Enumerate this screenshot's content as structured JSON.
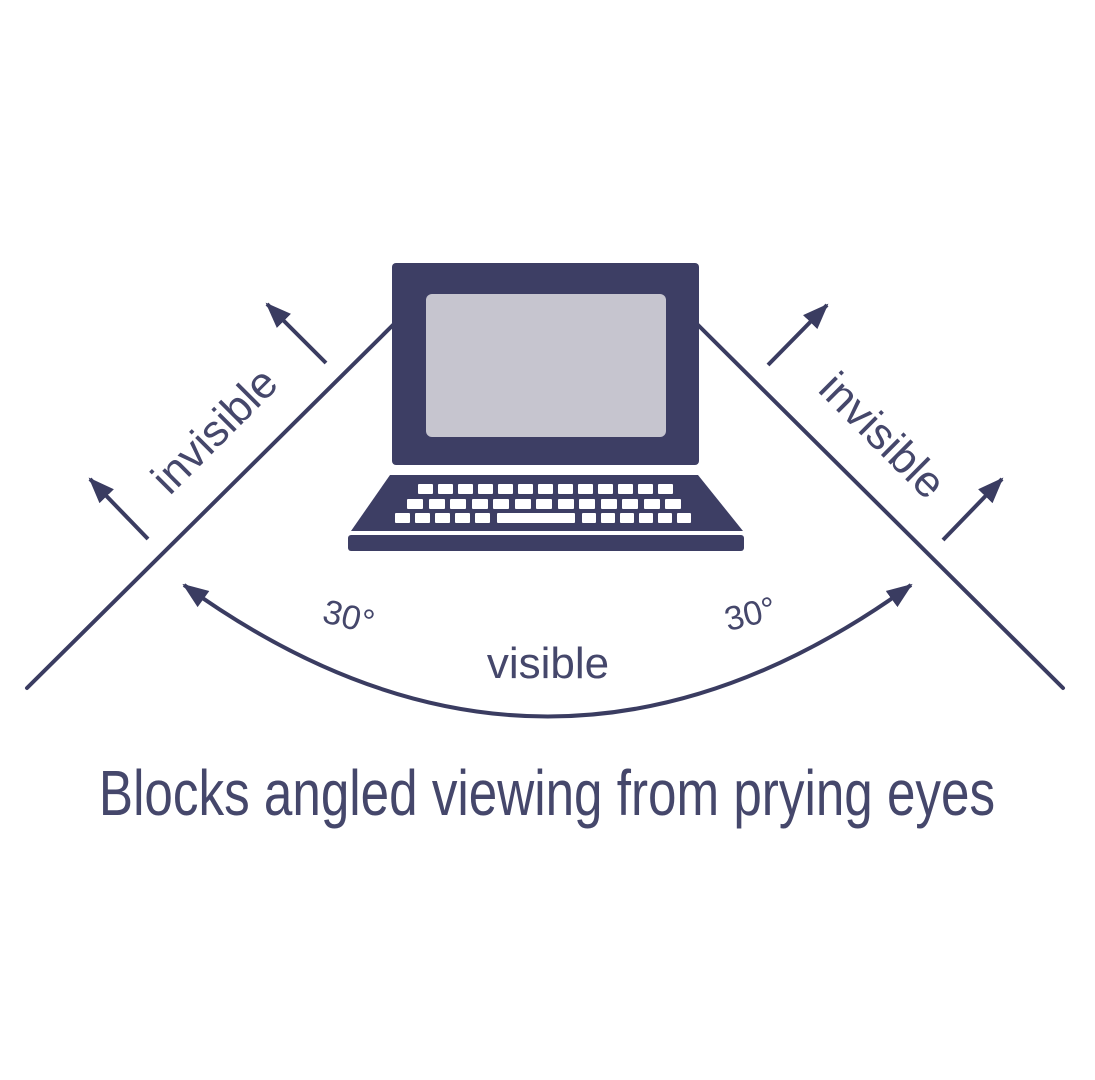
{
  "diagram": {
    "caption": "Blocks angled viewing from prying eyes",
    "labels": {
      "invisible_left": "invisible",
      "invisible_right": "invisible",
      "angle_left": "30°",
      "angle_right": "30°",
      "visible": "visible"
    },
    "angles": {
      "left_deg": 30,
      "right_deg": 30
    },
    "colors": {
      "navy": "#3d3e64",
      "screen_gray": "#c6c5cf",
      "line": "#3a3c61",
      "text": "#45476b",
      "key_white": "#ffffff",
      "background": "#ffffff"
    }
  }
}
